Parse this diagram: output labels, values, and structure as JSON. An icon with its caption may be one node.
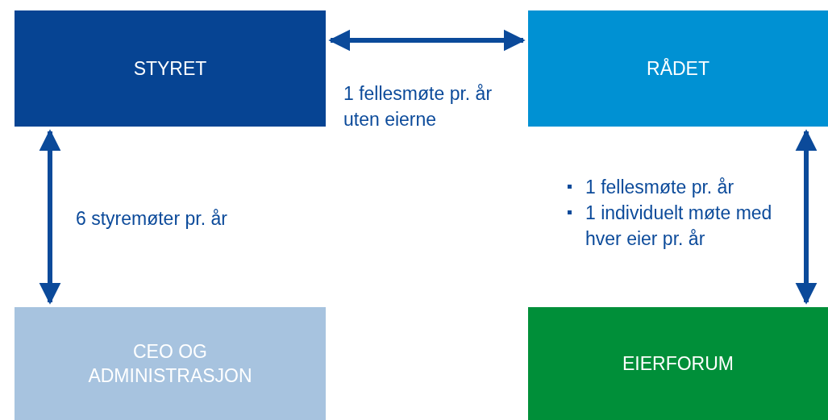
{
  "diagram": {
    "nodes": [
      {
        "text": [
          "STYRET"
        ]
      },
      {
        "text": [
          "RÅDET"
        ]
      },
      {
        "text": [
          "CEO OG ADMINISTRASJON"
        ]
      },
      {
        "text": [
          "EIERFORUM"
        ]
      }
    ],
    "edges": [
      {
        "from": 0,
        "to": 1,
        "arrow": "both",
        "label": "1 fellesmøte pr. år uten eierne"
      },
      {
        "from": 0,
        "to": 2,
        "arrow": "both",
        "label": "6 styremøter pr. år"
      },
      {
        "from": 1,
        "to": 3,
        "arrow": "both",
        "label": [
          "1 fellesmøte pr. år",
          "1 individuelt møte med hver eier pr. år"
        ]
      }
    ]
  }
}
